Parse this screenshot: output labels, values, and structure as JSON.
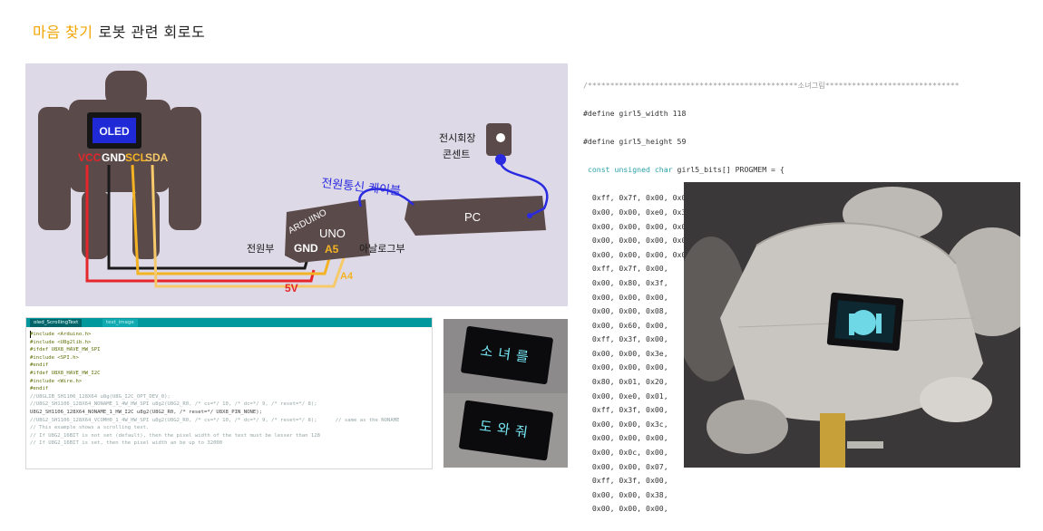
{
  "page": {
    "title_accent": "마음 찾기",
    "title_rest": "로봇 관련 회로도"
  },
  "diagram": {
    "oled_label": "OLED",
    "pins": [
      "VCC",
      "GND",
      "SCL",
      "SDA"
    ],
    "outlet_label_line1": "전시회장",
    "outlet_label_line2": "콘센트",
    "cable_label": "전원통신 케이블",
    "pc_label": "PC",
    "arduino_label": "ARDUINO",
    "uno_label": "UNO",
    "gnd_label": "GND",
    "a5_label": "A5",
    "a4_label": "A4",
    "v5_label": "5V",
    "power_label": "전원부",
    "analog_label": "아날로그부",
    "colors": {
      "vcc": "#e5262a",
      "gnd": "#1a1a1a",
      "scl": "#f4b323",
      "sda": "#f6c96a",
      "usb": "#2a2ae0",
      "body": "#5b4a4a"
    }
  },
  "editor": {
    "tabs": [
      "oled_ScrollingText",
      "text_image"
    ],
    "lines": [
      "#include <Arduino.h>",
      "#include <U8g2lib.h>",
      "",
      "#ifdef U8X8_HAVE_HW_SPI",
      "#include <SPI.h>",
      "#endif",
      "#ifdef U8X8_HAVE_HW_I2C",
      "#include <Wire.h>",
      "#endif",
      "//U8GLIB_SH1106_128X64 u8g(U8G_I2C_OPT_DEV_0);",
      "//U8G2_SH1106_128X64_NONAME_1_4W_HW_SPI u8g2(U8G2_R0, /* cs=*/ 10, /* dc=*/ 9, /* reset=*/ 8);",
      "U8G2_SH1106_128X64_NONAME_1_HW_I2C u8g2(U8G2_R0, /* reset=*/ U8X8_PIN_NONE);",
      "//U8G2_SH1106_128X64_VCOMH0_1_4W_HW_SPI u8g2(U8G2_R0, /* cs=*/ 10, /* dc=*/ 9, /* reset=*/ 8);      // same as the NONAME",
      "",
      "// This example shows a scrolling text.",
      "// If U8G2_16BIT is not set (default), then the pixel width of the text must be lesser than 128",
      "// If U8G2_16BIT is set, then the pixel width an be up to 32000"
    ]
  },
  "photos": {
    "oled_text_1": "소녀를",
    "oled_text_2": "도와줘"
  },
  "bitmap": {
    "comment": "/***********************************************소녀그림******************************",
    "define_width": "#define girl5_width 118",
    "define_height": "#define girl5_height 59",
    "decl_kw": "const unsigned char",
    "decl_rest": " girl5_bits[] PROGMEM = {",
    "rows": [
      "  0xff, 0x7f, 0x00, 0x00, 0x00, 0x00, 0x00, 0x00, 0x01, 0x00, 0x00, 0x00,",
      "  0x00, 0x00, 0xe0, 0x3f, 0xff, 0x7f, 0x00, 0x00, 0x00, 0x00, 0x00, 0x02,",
      "  0x00, 0x00, 0x00, 0x00, 0x00, 0xc0, 0x3f, 0xff, 0x7f, 0x00, 0x00, 0x00,",
      "  0x00, 0x00, 0x00, 0x02, 0x00, 0x00, 0x00, 0x00, 0x00, 0xe0, 0x3f, 0xff, 0x7f, 0x00,",
      "  0x00, 0x00, 0x00, 0x00,",
      "  0xff, 0x7f, 0x00,",
      "  0x00, 0x80, 0x3f,",
      "  0x00, 0x00, 0x00,",
      "  0x00, 0x00, 0x08,",
      "  0x00, 0x60, 0x00,",
      "  0xff, 0x3f, 0x00,",
      "  0x00, 0x00, 0x3e,",
      "  0x00, 0x00, 0x00,",
      "  0x80, 0x01, 0x20,",
      "  0x00, 0xe0, 0x01,",
      "  0xff, 0x3f, 0x00,",
      "  0x00, 0x00, 0x3c,",
      "  0x00, 0x00, 0x00,",
      "  0x00, 0x0c, 0x00,",
      "  0x00, 0x00, 0x07,",
      "  0xff, 0x3f, 0x00,",
      "  0x00, 0x00, 0x38,",
      "  0x00, 0x00, 0x00,"
    ]
  }
}
